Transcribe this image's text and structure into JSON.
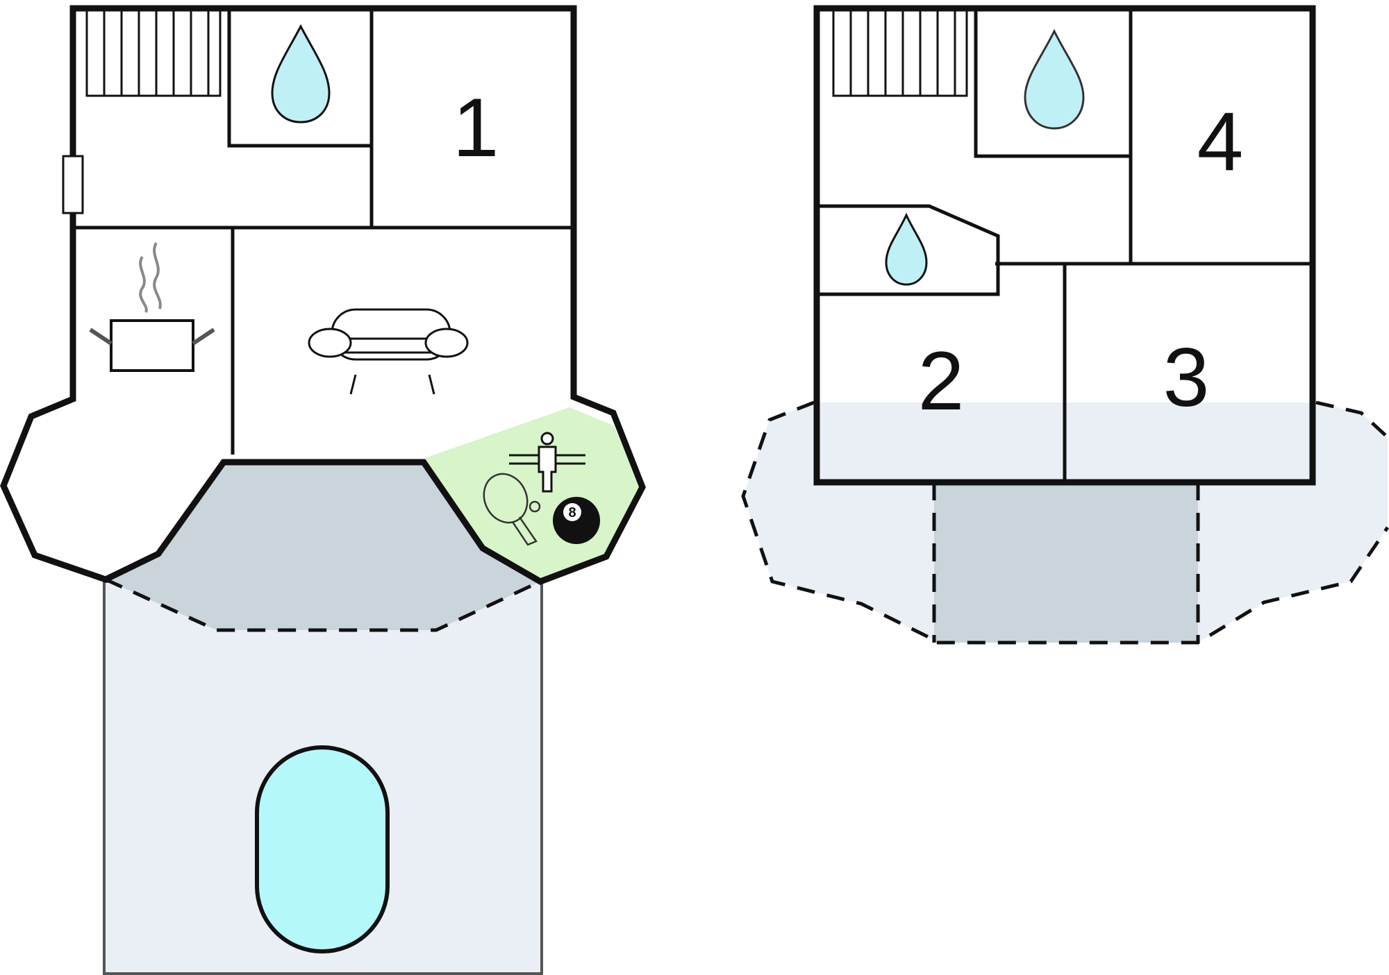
{
  "rooms": {
    "ground": {
      "bedroom_1": "1"
    },
    "upper": {
      "bedroom_2": "2",
      "bedroom_3": "3",
      "bedroom_4": "4"
    }
  },
  "icons": {
    "bathroom": "water-drop-icon",
    "kitchen": "cooking-pot-icon",
    "living": "sofa-icon",
    "games": "table-football-icon",
    "table_tennis": "table-tennis-paddle-icon",
    "billiards": "billiard-ball-icon",
    "stairs": "staircase-icon",
    "pool": "swimming-pool-icon"
  },
  "billiard_ball": "8",
  "colors": {
    "wall": "#111111",
    "terrace": "#eaeff5",
    "covered_terrace": "#c9d4db",
    "games_room": "#d7f5c8",
    "pool_water": "#b5f8fa",
    "water_drop": "#bff0f5"
  }
}
